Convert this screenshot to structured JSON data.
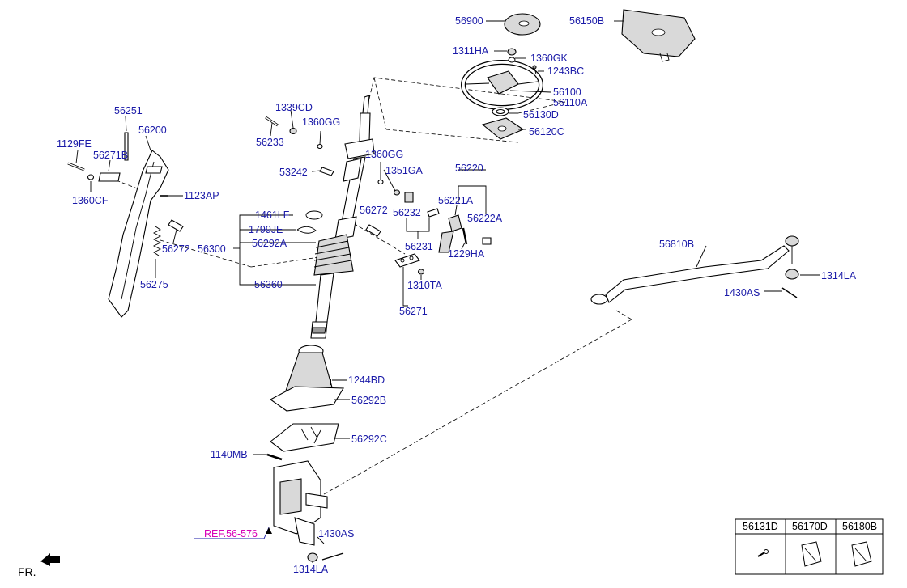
{
  "labels": {
    "p56900": "56900",
    "p56150B": "56150B",
    "p1311HA": "1311HA",
    "p1360GK": "1360GK",
    "p1243BC": "1243BC",
    "p56100": "56100",
    "p56110A": "56110A",
    "p56130D": "56130D",
    "p56120C": "56120C",
    "p1339CD": "1339CD",
    "p1360GG_a": "1360GG",
    "p56233": "56233",
    "p1360GG_b": "1360GG",
    "p53242": "53242",
    "p1351GA": "1351GA",
    "p56220": "56220",
    "p56221A": "56221A",
    "p56222A": "56222A",
    "p56232": "56232",
    "p56272_a": "56272",
    "p56231": "56231",
    "p1229HA": "1229HA",
    "p1310TA": "1310TA",
    "p56271": "56271",
    "p56251": "56251",
    "p56200": "56200",
    "p1129FE": "1129FE",
    "p56271B": "56271B",
    "p1360CF": "1360CF",
    "p1123AP": "1123AP",
    "p1461LF": "1461LF",
    "p1799JE": "1799JE",
    "p56292A": "56292A",
    "p56300": "56300",
    "p56360": "56360",
    "p56272_b": "56272",
    "p56275": "56275",
    "p56810B": "56810B",
    "p1314LA_a": "1314LA",
    "p1430AS_a": "1430AS",
    "p1244BD": "1244BD",
    "p56292B": "56292B",
    "p56292C": "56292C",
    "p1140MB": "1140MB",
    "ref": "REF.56-576",
    "p1430AS_b": "1430AS",
    "p1314LA_b": "1314LA",
    "fr": "FR."
  },
  "table": {
    "headers": [
      "56131D",
      "56170D",
      "56180B"
    ]
  }
}
